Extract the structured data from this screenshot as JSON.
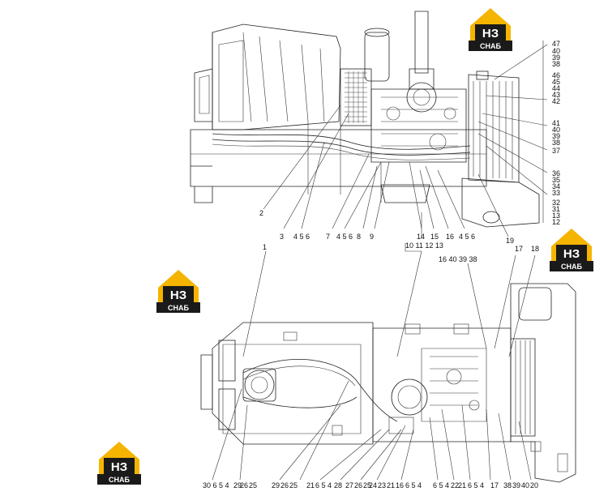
{
  "logo": {
    "mark": "НЗ",
    "name": "СНАБ",
    "accent": "#f5b400",
    "dark": "#1a1a1a"
  },
  "top_view": {
    "right_labels": [
      "47",
      "40",
      "39",
      "38",
      "46",
      "45",
      "44",
      "43",
      "42",
      "41",
      "40",
      "39",
      "38",
      "37",
      "36",
      "35",
      "34",
      "33",
      "32",
      "31",
      "13",
      "12"
    ],
    "bottom_labels": [
      "2",
      "3",
      "4 5 6",
      "7",
      "4 5 6",
      "8",
      "9",
      "14",
      "15",
      "16",
      "4 5 6",
      "19"
    ],
    "sub_labels": [
      "10 11 12 13"
    ]
  },
  "bottom_view": {
    "upper_labels": [
      "1",
      "16 40 39 38",
      "17",
      "18"
    ],
    "bottom_row": [
      "30 6 5 4",
      "29",
      "26",
      "25",
      "29",
      "26",
      "25",
      "21",
      "6 5 4",
      "28",
      "27",
      "26",
      "25",
      "24",
      "23",
      "21",
      "16",
      "6 5 4",
      "6 5 4",
      "22",
      "21",
      "6 5 4",
      "17",
      "38",
      "39",
      "40",
      "20"
    ]
  }
}
